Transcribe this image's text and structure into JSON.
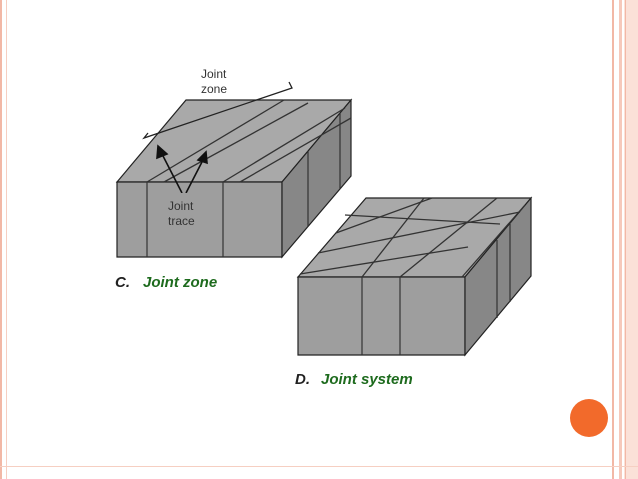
{
  "colors": {
    "frame": "#f2b8a6",
    "accent_circle": "#f26a2b",
    "caption_title": "#1e6b1e",
    "block_top": "#a9a9a9",
    "block_front": "#9c9c9c",
    "block_side": "#858585"
  },
  "diagram_c": {
    "label_joint_zone_line1": "Joint",
    "label_joint_zone_line2": "zone",
    "label_joint_trace_line1": "Joint",
    "label_joint_trace_line2": "trace",
    "caption_letter": "C.",
    "caption_title": "Joint zone"
  },
  "diagram_d": {
    "caption_letter": "D.",
    "caption_title": "Joint system"
  }
}
